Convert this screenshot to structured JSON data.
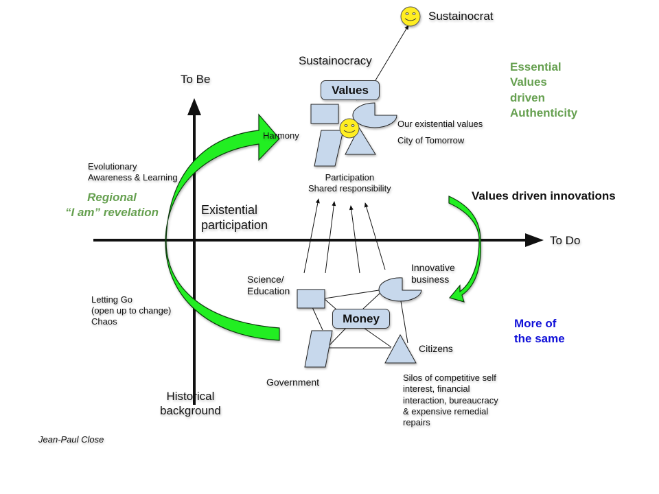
{
  "axes": {
    "vertical_top": "To Be",
    "vertical_bottom": "Historical\nbackground",
    "horizontal_right": "To Do"
  },
  "top_cluster": {
    "box_label": "Values",
    "sustainocracy": "Sustainocracy",
    "sustainocrat": "Sustainocrat",
    "existential_values": "Our existential values",
    "city": "City of Tomorrow",
    "participation": "Participation\nShared responsibility",
    "harmony": "Harmony"
  },
  "bottom_cluster": {
    "box_label": "Money",
    "science": "Science/\nEducation",
    "innovative_business": "Innovative\nbusiness",
    "citizens": "Citizens",
    "government": "Government",
    "silos": "Silos of competitive self\ninterest, financial\ninteraction, bureaucracy\n& expensive remedial\nrepairs"
  },
  "left_labels": {
    "evolutionary": "Evolutionary\nAwareness & Learning",
    "regional": "Regional\n“I am” revelation",
    "existential_participation": "Existential\nparticipation",
    "letting_go": "Letting Go\n(open up to change)\nChaos"
  },
  "right_labels": {
    "essential": "Essential\nValues\ndriven\nAuthenticity",
    "values_driven": "Values driven innovations",
    "more_of_same": "More of\nthe same"
  },
  "author": "Jean-Paul Close",
  "colors": {
    "shape_fill": "#c7d8ec",
    "arrow_green": "#22ee22",
    "text_green": "#66a050",
    "text_blue": "#1010d8",
    "smiley": "#ffee22"
  }
}
